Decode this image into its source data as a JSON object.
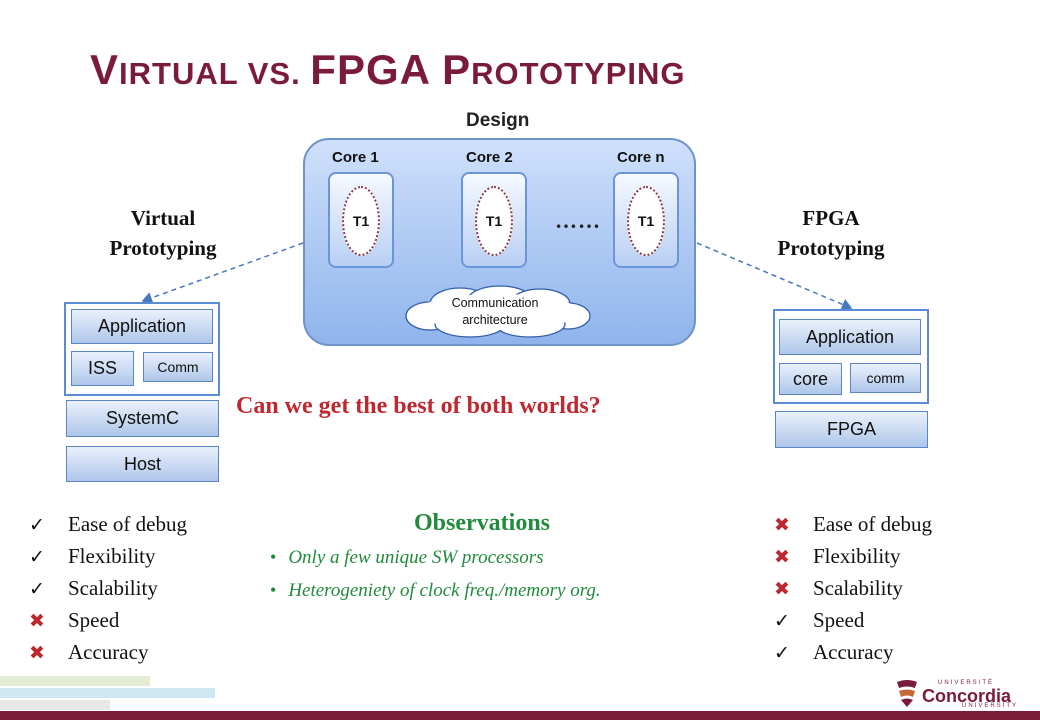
{
  "title": {
    "part1_big": "V",
    "part1_small": "IRTUAL VS. ",
    "part2": "FPGA P",
    "part3_small": "ROTOTYPING"
  },
  "design": {
    "label": "Design",
    "cores": [
      {
        "label": "Core 1",
        "task": "T1"
      },
      {
        "label": "Core 2",
        "task": "T1"
      },
      {
        "label": "Core n",
        "task": "T1"
      }
    ],
    "ellipsis": "……",
    "comm_arch": [
      "Communication",
      "architecture"
    ]
  },
  "virtual": {
    "label_lines": [
      "Virtual",
      "Prototyping"
    ],
    "blocks": {
      "application": "Application",
      "iss": "ISS",
      "comm": "Comm",
      "systemc": "SystemC",
      "host": "Host"
    },
    "features": [
      {
        "text": "Ease of debug",
        "mark": "check"
      },
      {
        "text": "Flexibility",
        "mark": "check"
      },
      {
        "text": "Scalability",
        "mark": "check"
      },
      {
        "text": "Speed",
        "mark": "cross"
      },
      {
        "text": "Accuracy",
        "mark": "cross"
      }
    ]
  },
  "fpga": {
    "label_lines": [
      "FPGA",
      "Prototyping"
    ],
    "blocks": {
      "application": "Application",
      "core": "core",
      "comm": "comm",
      "fpga": "FPGA"
    },
    "features": [
      {
        "text": "Ease of debug",
        "mark": "cross"
      },
      {
        "text": "Flexibility",
        "mark": "cross"
      },
      {
        "text": "Scalability",
        "mark": "cross"
      },
      {
        "text": "Speed",
        "mark": "check"
      },
      {
        "text": "Accuracy",
        "mark": "check"
      }
    ]
  },
  "question": "Can we get the best of both worlds?",
  "observations": {
    "title": "Observations",
    "items": [
      "Only a few unique SW processors",
      "Heterogeniety of clock freq./memory org."
    ]
  },
  "logo": {
    "university_top": "UNIVERSITÉ",
    "name": "Concordia",
    "university_bottom": "UNIVERSITY"
  },
  "colors": {
    "title": "#7b1b3a",
    "question": "#c0282f",
    "observations": "#218a3c",
    "box_border": "#5b8bd0"
  },
  "icons": {
    "check": "✓",
    "cross": "✖",
    "bullet": "•"
  }
}
